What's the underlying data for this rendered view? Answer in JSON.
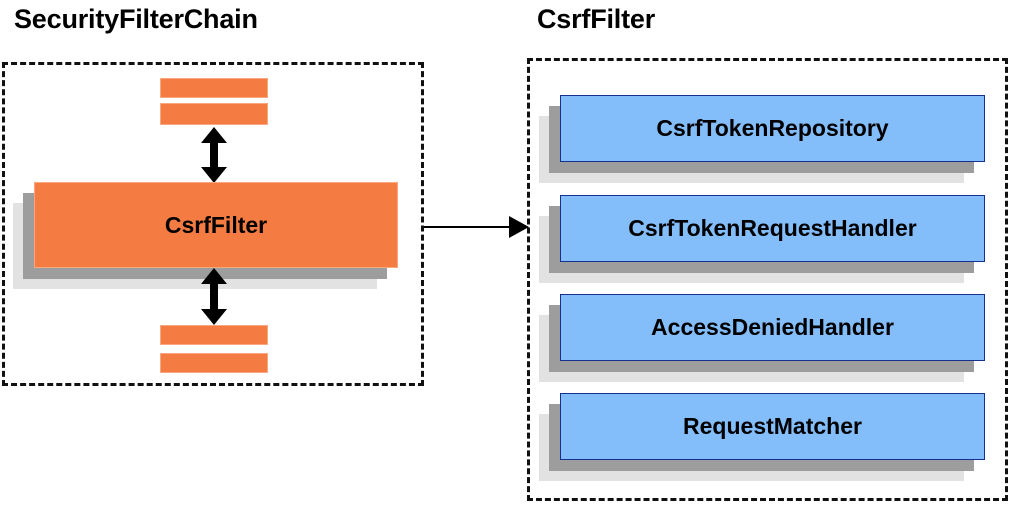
{
  "diagram": {
    "background_color": "#ffffff",
    "panels": [
      {
        "id": "security-filter-chain",
        "title": "SecurityFilterChain",
        "border_style": "dashed",
        "border_color": "#111111",
        "nodes": [
          {
            "label": "",
            "kind": "bar",
            "color": "#f47b42"
          },
          {
            "label": "",
            "kind": "bar",
            "color": "#f47b42"
          },
          {
            "label": "CsrfFilter",
            "kind": "box",
            "color": "#f47b42"
          },
          {
            "label": "",
            "kind": "bar",
            "color": "#f47b42"
          },
          {
            "label": "",
            "kind": "bar",
            "color": "#f47b42"
          }
        ]
      },
      {
        "id": "csrf-filter",
        "title": "CsrfFilter",
        "border_style": "dashed",
        "border_color": "#111111",
        "nodes": [
          {
            "label": "CsrfTokenRepository",
            "kind": "box",
            "color": "#83bdfa"
          },
          {
            "label": "CsrfTokenRequestHandler",
            "kind": "box",
            "color": "#83bdfa"
          },
          {
            "label": "AccessDeniedHandler",
            "kind": "box",
            "color": "#83bdfa"
          },
          {
            "label": "RequestMatcher",
            "kind": "box",
            "color": "#83bdfa"
          }
        ]
      }
    ],
    "connectors": [
      {
        "id": "chain-above-to-csrffilter",
        "type": "double-arrow-vertical",
        "color": "#000000"
      },
      {
        "id": "csrffilter-to-chain-below",
        "type": "double-arrow-vertical",
        "color": "#000000"
      },
      {
        "id": "csrffilter-to-detail-panel",
        "type": "arrow-right",
        "color": "#000000"
      }
    ],
    "colors": {
      "orange": "#f47b42",
      "orange_border": "#f9a77e",
      "blue": "#83bdfa",
      "blue_border": "#15308f",
      "shadow_near": "#9d9d9d",
      "shadow_far": "#e2e2e2",
      "outline": "#111111"
    }
  }
}
